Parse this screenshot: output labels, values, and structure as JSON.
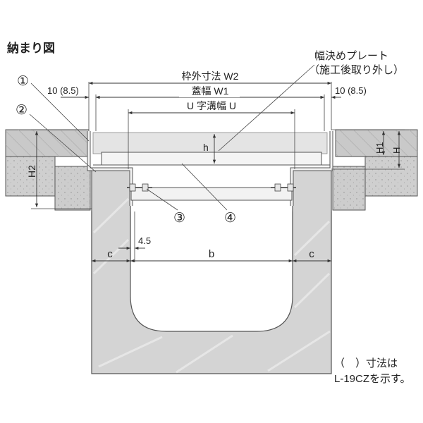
{
  "title": "納まり図",
  "plate_callout": {
    "line1": "幅決めプレート",
    "line2": "（施工後取り外し）"
  },
  "dimensions": {
    "frame_outer": "枠外寸法 W2",
    "cover_width": "蓋幅 W1",
    "u_channel_width": "U 字溝幅 U",
    "side_left": "10 (8.5)",
    "side_right": "10 (8.5)",
    "h": "h",
    "H1": "H1",
    "H": "H",
    "H2": "H2",
    "gap": "4.5",
    "c_left": "c",
    "b": "b",
    "c_right": "c"
  },
  "callouts": [
    "①",
    "②",
    "③",
    "④"
  ],
  "note": {
    "line1": "（　）寸法は",
    "line2": "L-19CZを示す。"
  },
  "colors": {
    "ground": "#c9c9c9",
    "concrete": "#d4d4d4",
    "steel": "#eeeeee",
    "line": "#333333"
  }
}
